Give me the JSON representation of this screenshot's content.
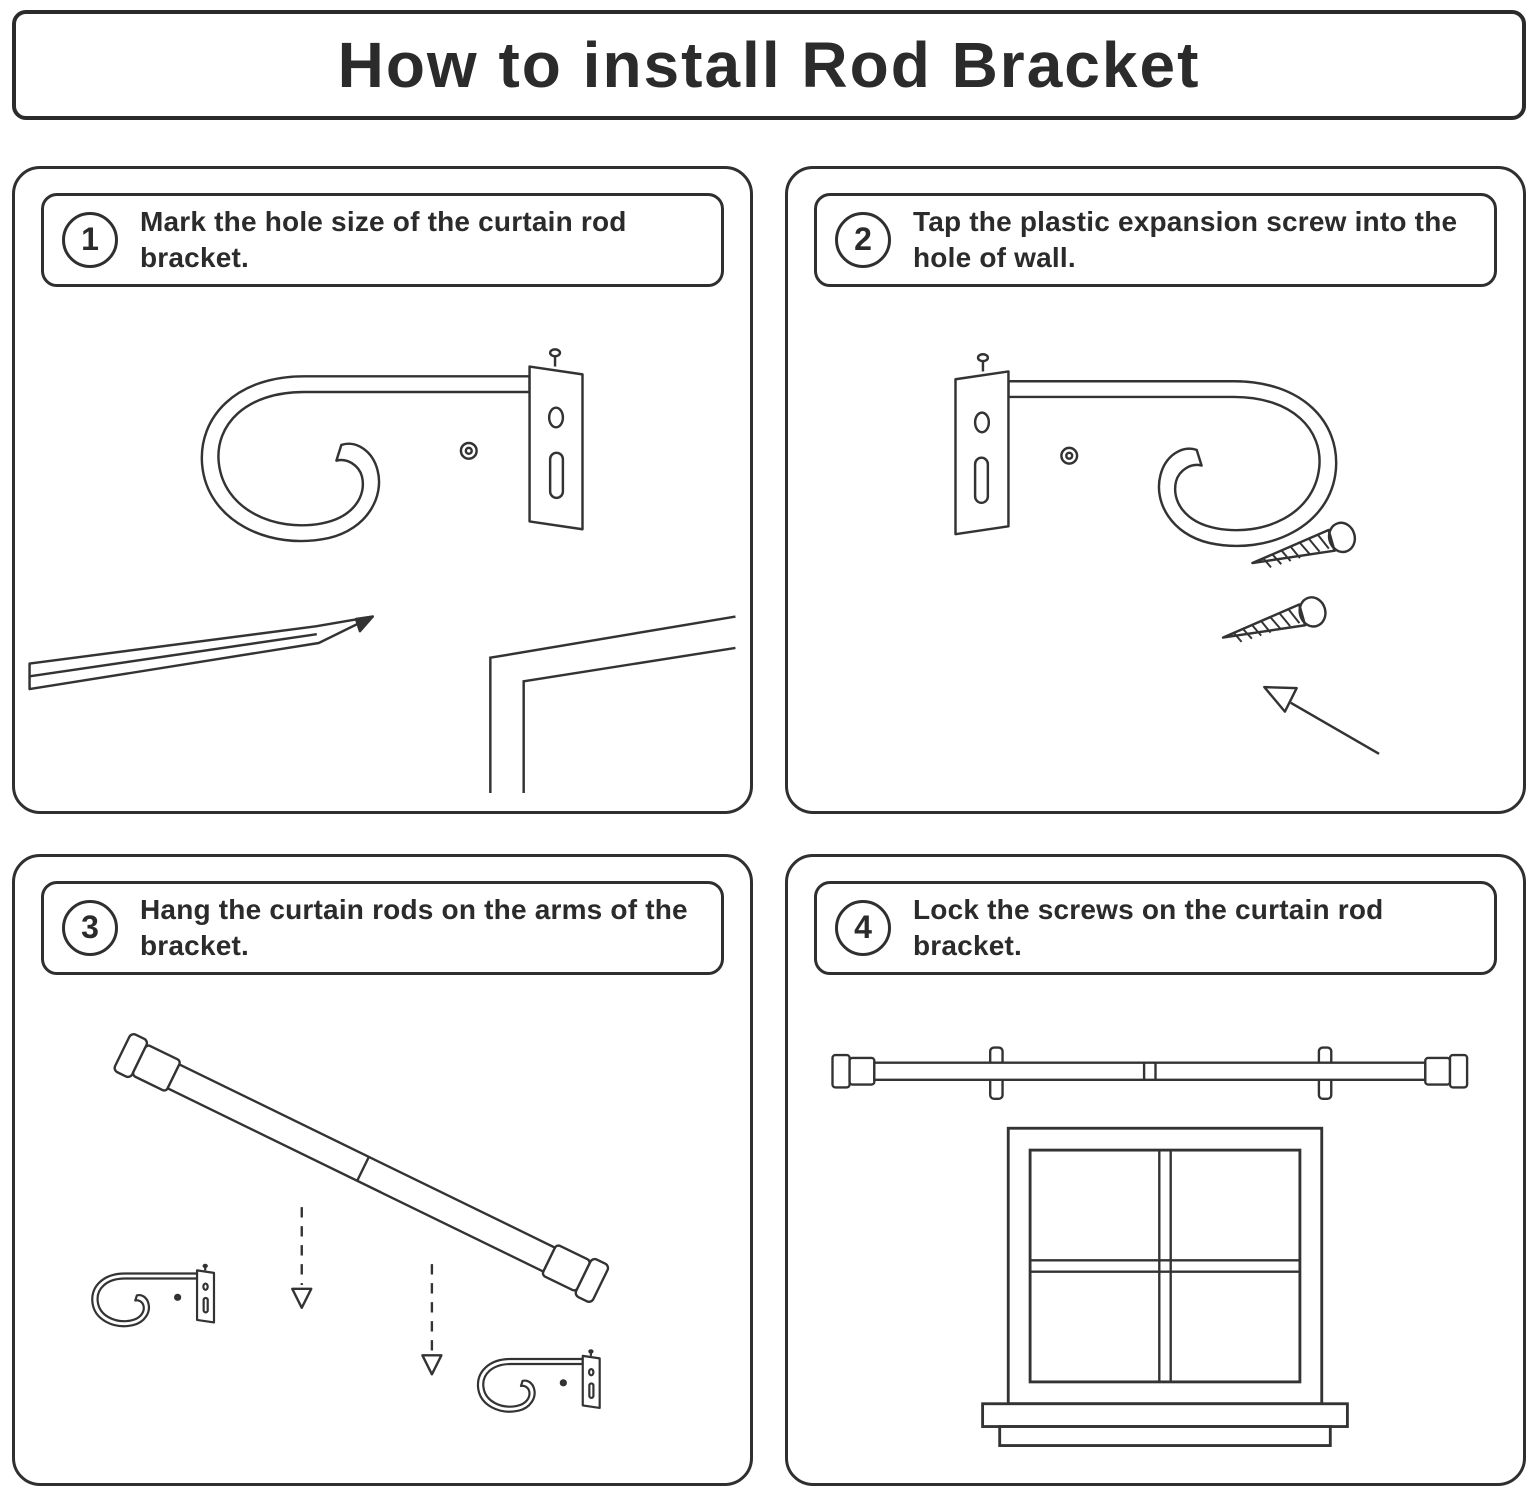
{
  "title": "How to install Rod Bracket",
  "colors": {
    "ink": "#2b2b2b",
    "background": "#ffffff"
  },
  "steps": [
    {
      "number": "1",
      "text": "Mark the hole size of the curtain rod bracket."
    },
    {
      "number": "2",
      "text": "Tap the plastic expansion screw into the hole of wall."
    },
    {
      "number": "3",
      "text": "Hang the curtain rods on the arms of the bracket."
    },
    {
      "number": "4",
      "text": "Lock the screws on the curtain rod bracket."
    }
  ]
}
